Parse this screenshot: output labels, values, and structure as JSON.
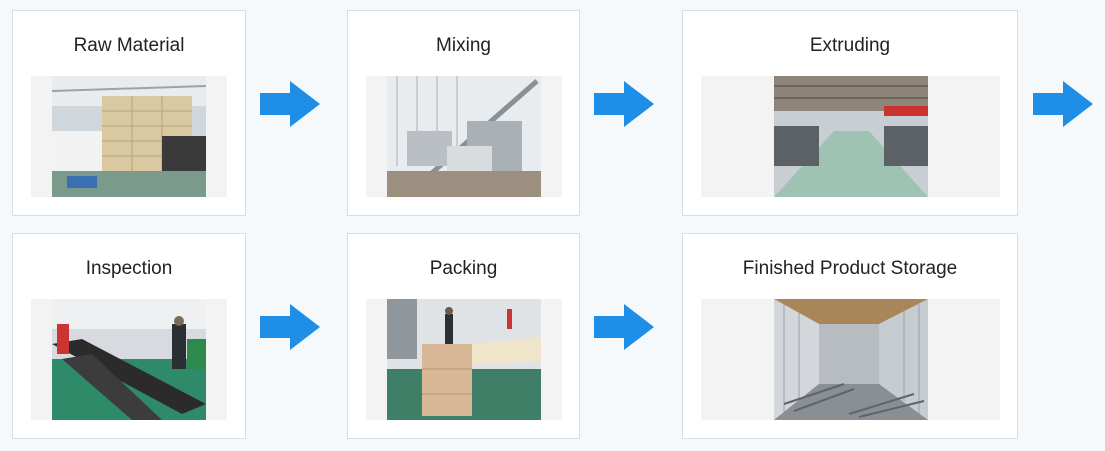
{
  "steps": [
    {
      "label": "Raw Material",
      "photo": "warehouse-sacks-photo"
    },
    {
      "label": "Mixing",
      "photo": "mixing-machine-photo"
    },
    {
      "label": "Extruding",
      "photo": "extrusion-hall-photo"
    },
    {
      "label": "Inspection",
      "photo": "inspection-line-photo"
    },
    {
      "label": "Packing",
      "photo": "packing-area-photo"
    },
    {
      "label": "Finished Product Storage",
      "photo": "storage-shed-photo"
    }
  ],
  "colors": {
    "arrow": "#1e8ee6",
    "card_border": "#d9dde2",
    "background": "#f6f9fc"
  },
  "icons": [
    "arrow-right-icon"
  ]
}
